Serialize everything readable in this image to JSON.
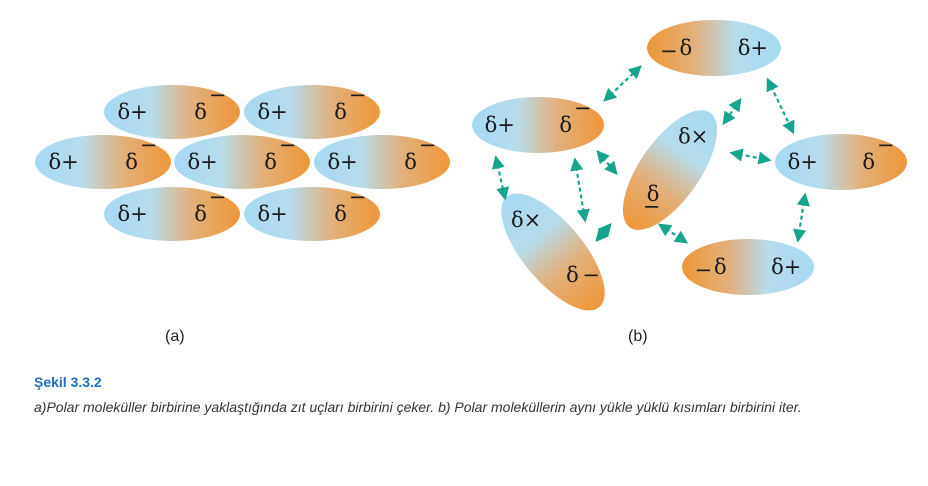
{
  "colors": {
    "positive_end": "#a9dcf2",
    "negative_end": "#ef9a3c",
    "arrow": "#14a58c"
  },
  "labels": {
    "delta_plus": "δ+",
    "delta_minus": "δ",
    "minus_sign": "−",
    "plus_cross": "×"
  },
  "panels": {
    "a": "(a)",
    "b": "(b)"
  },
  "caption": {
    "title": "Şekil 3.3.2",
    "text": "a)Polar moleküller birbirine yaklaştığında zıt uçları birbirini çeker. b) Polar moleküllerin aynı yükle yüklü kısımları birbirini iter."
  }
}
